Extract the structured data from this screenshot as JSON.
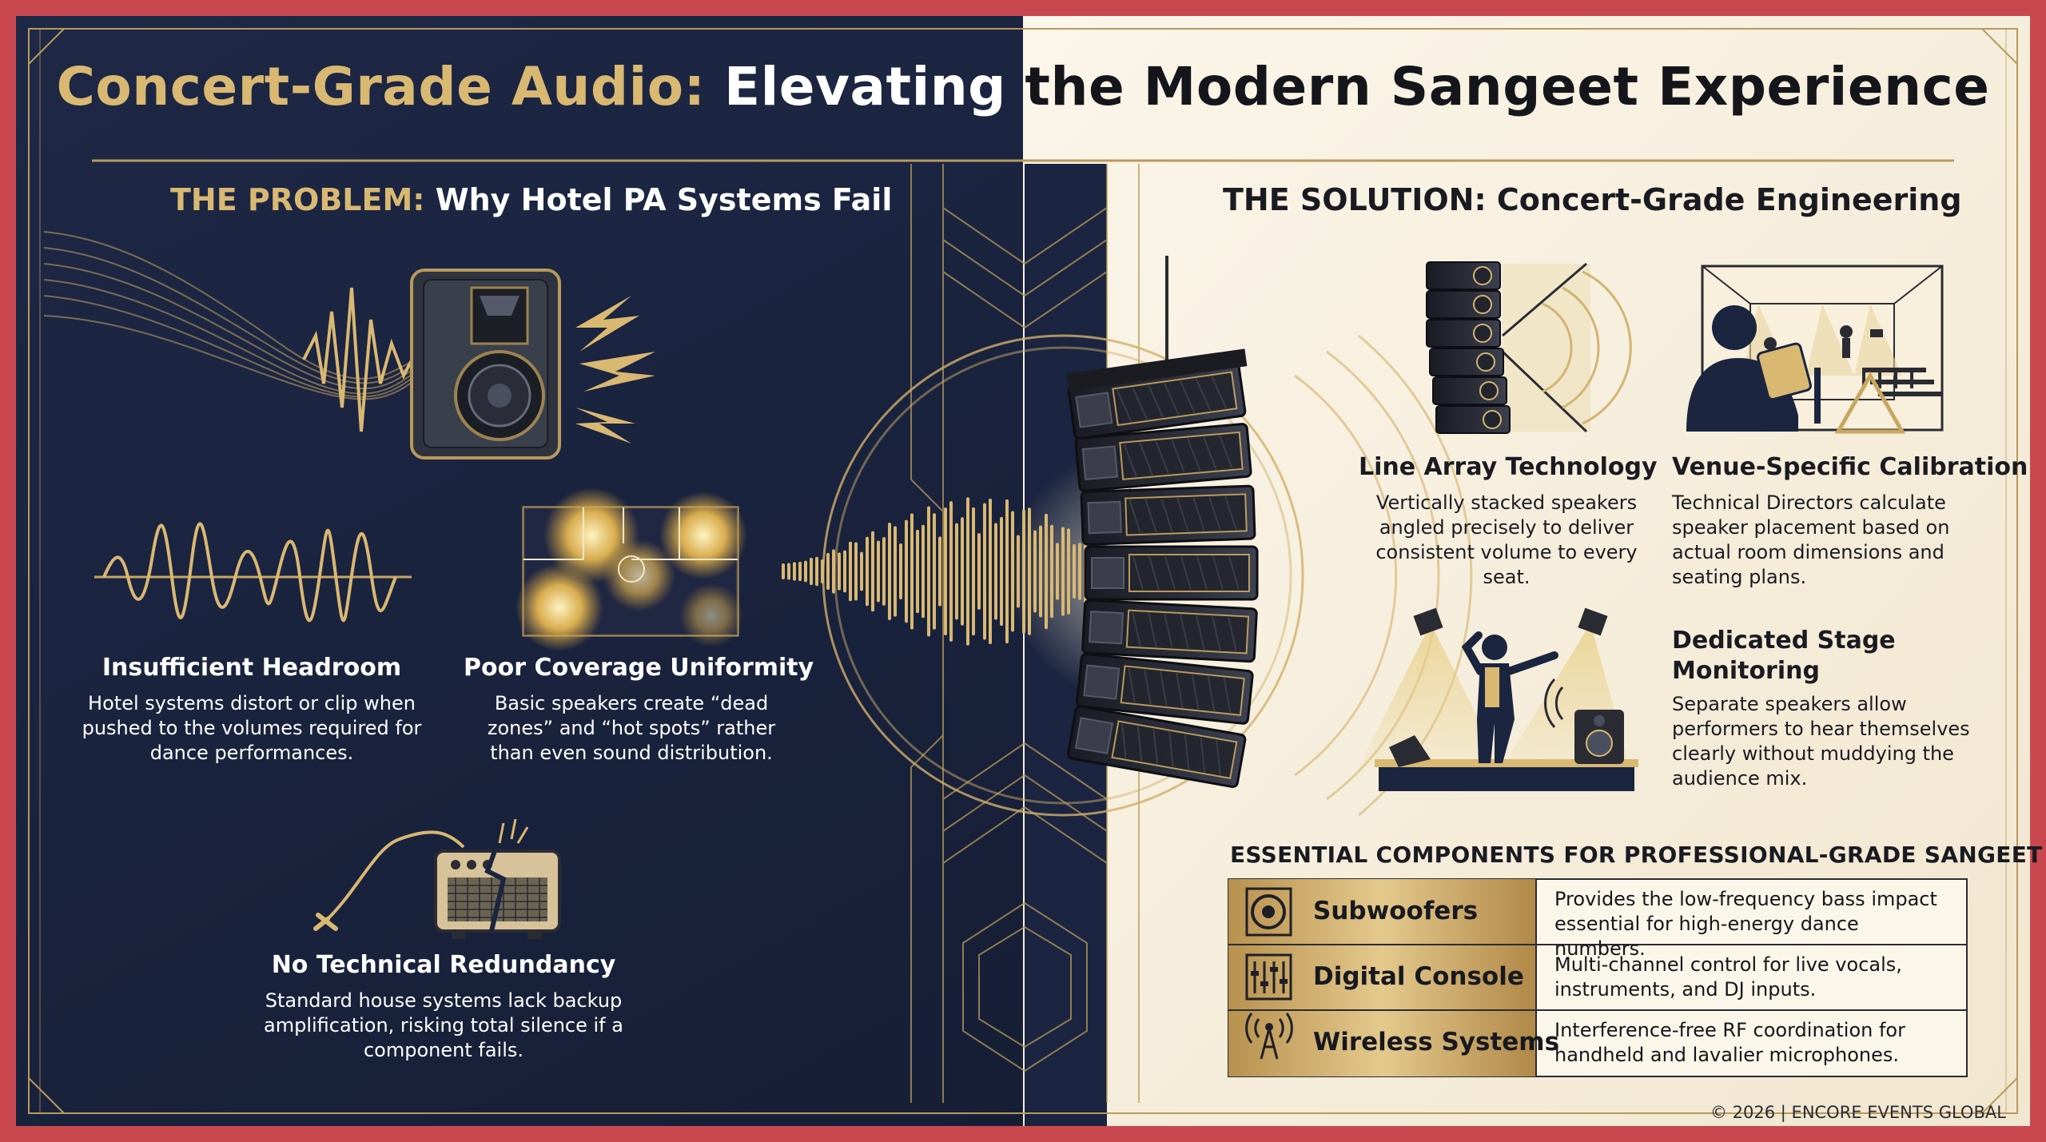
{
  "title": {
    "part1": "Concert-Grade Audio:",
    "part2": "Elevating",
    "part3": "the Modern Sangeet Experience"
  },
  "problem": {
    "label": "THE PROBLEM:",
    "heading": "Why Hotel PA Systems Fail",
    "items": [
      {
        "title": "Insufficient Headroom",
        "desc": "Hotel systems distort or clip when pushed to the volumes required for dance performances."
      },
      {
        "title": "Poor Coverage Uniformity",
        "desc": "Basic speakers create “dead zones” and “hot spots” rather than even sound distribution."
      },
      {
        "title": "No Technical Redundancy",
        "desc": "Standard house systems lack backup amplification, risking total silence if a component fails."
      }
    ]
  },
  "solution": {
    "heading": "THE SOLUTION: Concert-Grade Engineering",
    "items": [
      {
        "title": "Line Array Technology",
        "desc": "Vertically stacked speakers angled precisely to deliver consistent volume to every seat."
      },
      {
        "title": "Venue-Specific Calibration",
        "desc": "Technical Directors calculate speaker placement based on actual room dimensions and seating plans."
      },
      {
        "title": "Dedicated Stage Monitoring",
        "desc": "Separate speakers allow performers to hear themselves clearly without muddying the audience mix."
      }
    ]
  },
  "components": {
    "title": "ESSENTIAL COMPONENTS FOR PROFESSIONAL-GRADE SANGEET AUDIO",
    "rows": [
      {
        "name": "Subwoofers",
        "desc": "Provides the low-frequency bass impact essential for high-energy dance numbers.",
        "icon": "subwoofer-icon"
      },
      {
        "name": "Digital Console",
        "desc": "Multi-channel control for live vocals, instruments, and DJ inputs.",
        "icon": "mixer-sliders-icon"
      },
      {
        "name": "Wireless Systems",
        "desc": "Interference-free RF coordination for handheld and lavalier microphones.",
        "icon": "antenna-icon"
      }
    ]
  },
  "footer": "© 2026 | ENCORE EVENTS GLOBAL",
  "colors": {
    "navy": "#1c2540",
    "cream": "#f6efdf",
    "gold": "#d9b872",
    "frame": "#c9484f"
  }
}
